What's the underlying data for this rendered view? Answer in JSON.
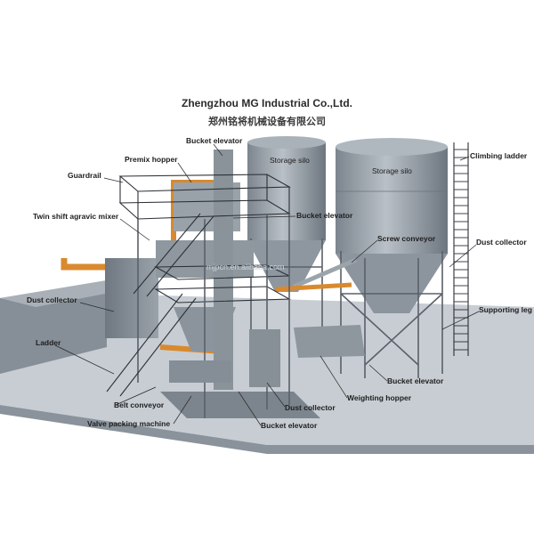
{
  "header": {
    "company_en": "Zhengzhou MG Industrial Co.,Ltd.",
    "company_cn": "郑州铭将机械设备有限公司"
  },
  "silos": {
    "left": "Storage silo",
    "right": "Storage silo"
  },
  "watermark": "mjpcn.en.alibaba.com",
  "labels": {
    "bucket_elevator_top": "Bucket elevator",
    "premix_hopper": "Premix hopper",
    "guardrail": "Guardrail",
    "twin_shift_mixer": "Twin shift agravic mixer",
    "bucket_elevator_mid": "Bucket elevator",
    "screw_conveyor": "Screw conveyor",
    "climbing_ladder": "Climbing ladder",
    "dust_collector_right": "Dust collector",
    "supporting_leg": "Supporting leg",
    "dust_collector_left": "Dust collector",
    "ladder": "Ladder",
    "bucket_elevator_right": "Bucket elevator",
    "weighing_hopper": "Weighting hopper",
    "belt_conveyor": "Belt conveyor",
    "dust_collector_bottom": "Dust collector",
    "valve_packing_machine": "Valve packing machine",
    "bucket_elevator_bottom": "Bucket elevator"
  },
  "colors": {
    "structure": "#8d969f",
    "structure_dark": "#5f6770",
    "duct": "#d9892e",
    "floor": "#7e878f",
    "floor_light": "#c7cdd3"
  }
}
